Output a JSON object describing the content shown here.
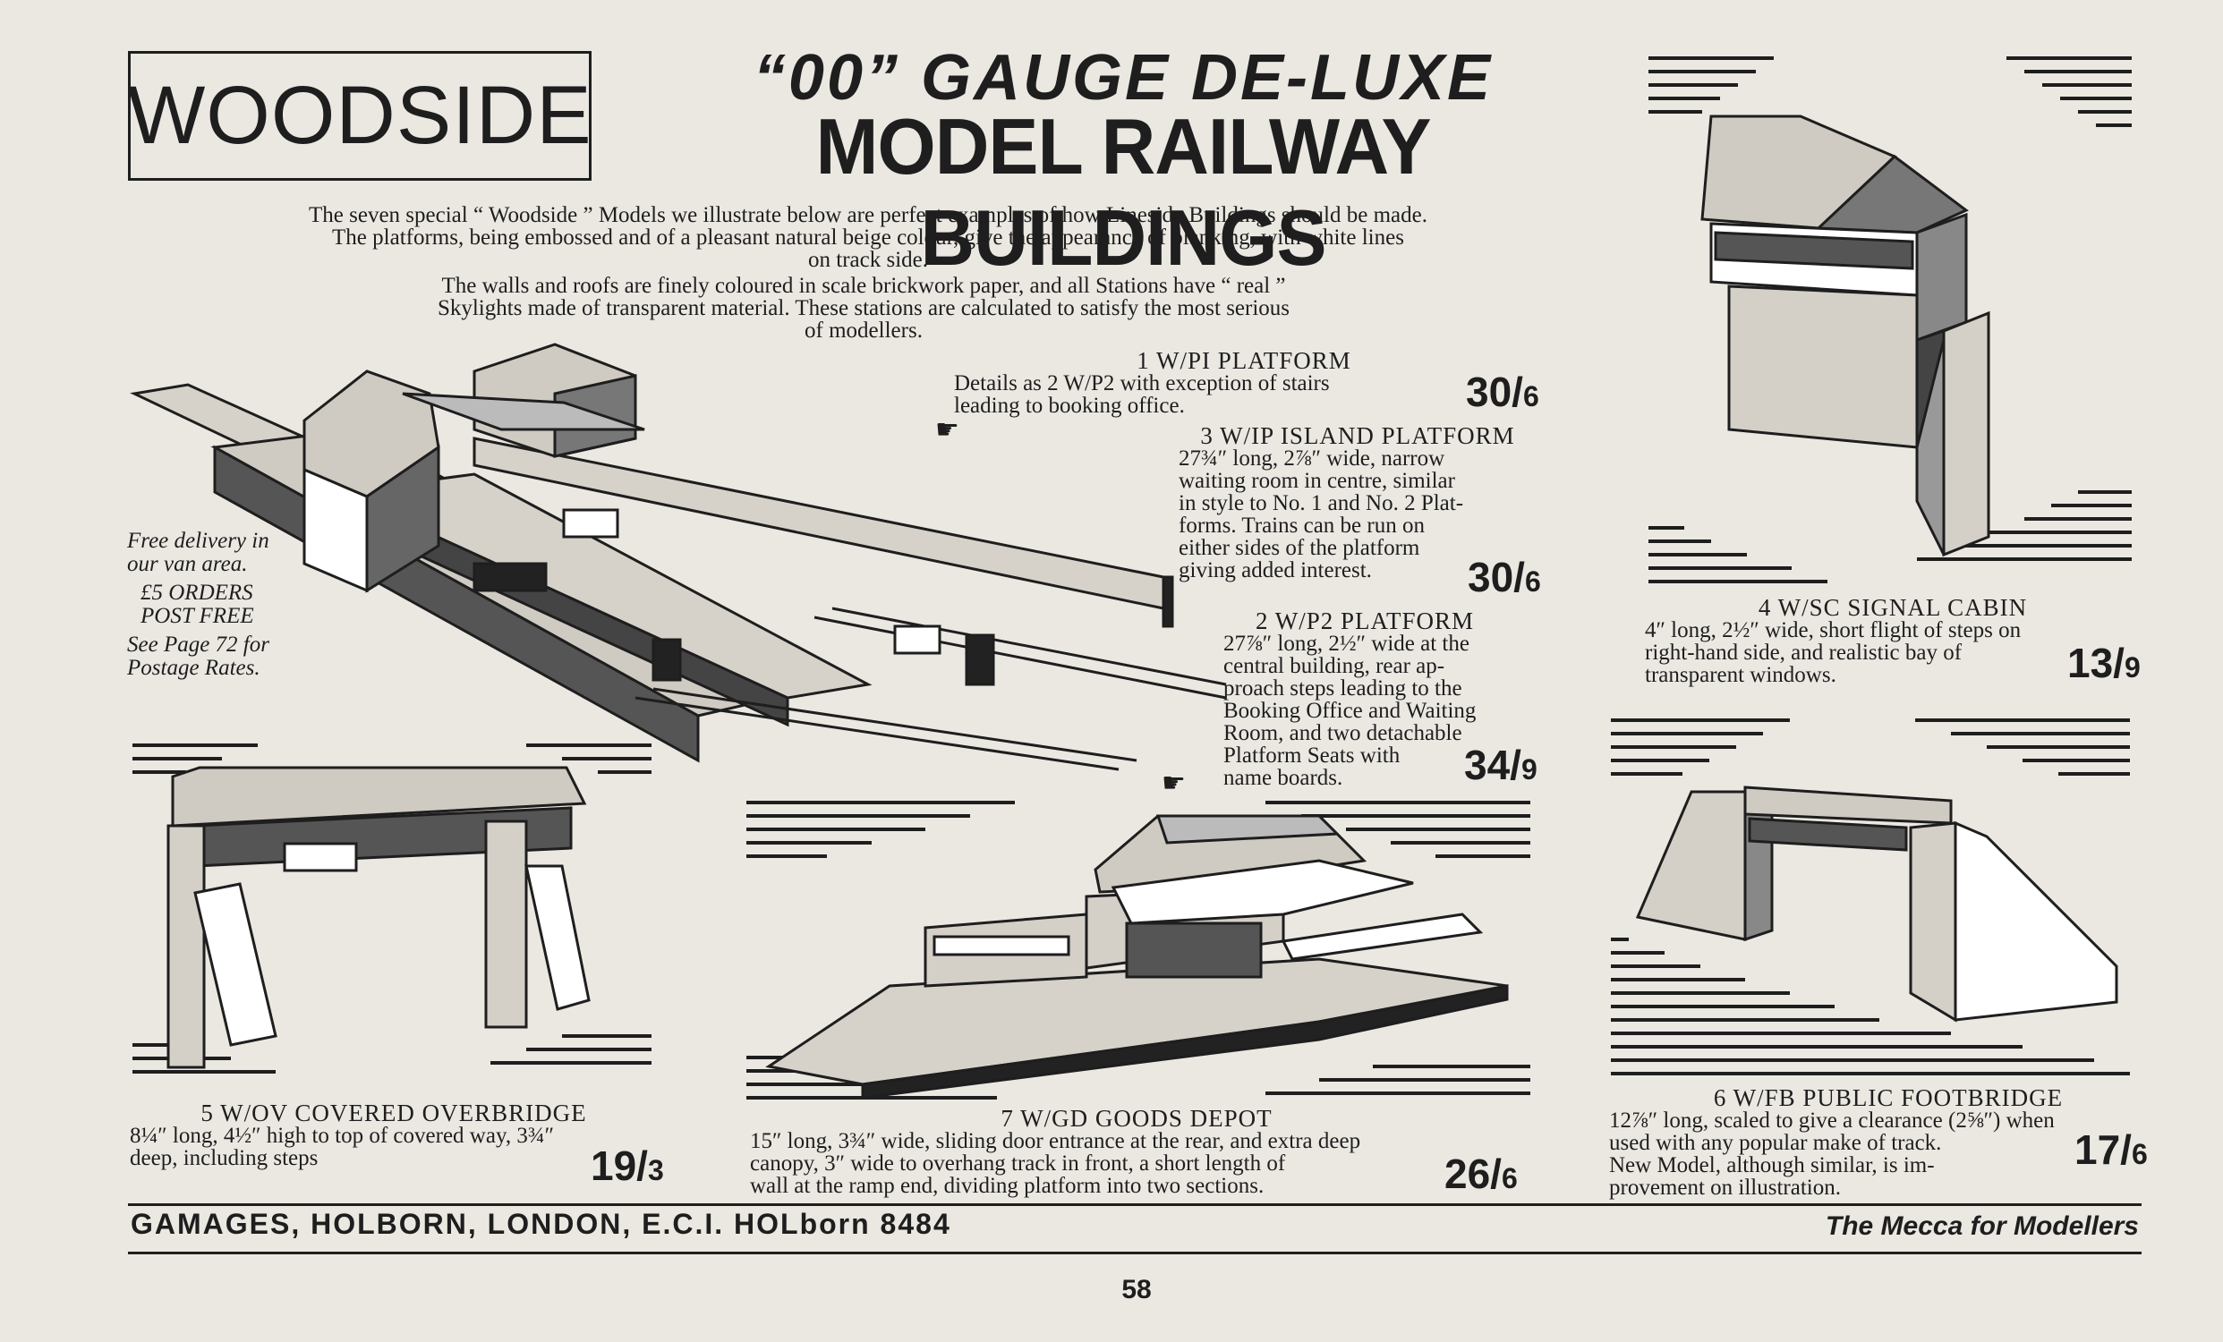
{
  "header": {
    "brand": "WOODSIDE",
    "line1": "“00” GAUGE  DE-LUXE",
    "line2": "MODEL RAILWAY BUILDINGS"
  },
  "intro": {
    "line1": "The seven special “ Woodside ” Models we illustrate below are perfect examples of how Lineside Buildings should be made.",
    "line2": "The platforms, being embossed and of a pleasant natural beige colour, give the appearance of planking, with white lines",
    "line3": "on track side.",
    "line4": "The walls and roofs are finely coloured in scale brickwork paper, and all Stations have “ real ”",
    "line5": "Skylights made of transparent material.  These stations are calculated to satisfy the most serious",
    "line6": "of modellers."
  },
  "side_note": {
    "line1": "Free delivery in",
    "line2": "our van area.",
    "line3": "£5  ORDERS",
    "line4": "POST  FREE",
    "line5": "See Page 72 for",
    "line6": "Postage Rates."
  },
  "products": {
    "wp1": {
      "title": "1 W/PI PLATFORM",
      "line1": "Details as 2 W/P2 with exception of stairs",
      "line2": "leading  to  booking  office.",
      "price_main": "30/",
      "price_sub": "6"
    },
    "wip3": {
      "title": "3 W/IP  ISLAND PLATFORM",
      "line1": "27¾″  long,  2⅞″  wide,  narrow",
      "line2": "waiting room in centre, similar",
      "line3": "in style to No. 1 and No. 2 Plat-",
      "line4": "forms.    Trains can be run on",
      "line5": "either    sides   of   the   platform",
      "line6": "giving   added  interest.",
      "price_main": "30/",
      "price_sub": "6"
    },
    "wp2": {
      "title": "2 W/P2 PLATFORM",
      "line1": "27⅞″ long, 2½″ wide at the",
      "line2": "central  building,  rear  ap-",
      "line3": "proach steps leading to the",
      "line4": "Booking Office and Waiting",
      "line5": "Room, and two detachable",
      "line6": "Platform Seats with",
      "line7": "name boards.",
      "price_main": "34/",
      "price_sub": "9"
    },
    "wsc4": {
      "title": "4 W/SC SIGNAL CABIN",
      "line1": "4″ long, 2½″ wide, short flight of steps on",
      "line2": "right-hand side, and realistic bay of",
      "line3": "transparent windows.",
      "price_main": "13/",
      "price_sub": "9"
    },
    "wov5": {
      "title": "5 W/OV COVERED OVERBRIDGE",
      "line1": "8¼″ long, 4½″ high to top of covered way, 3¾″",
      "line2": "deep,    including    steps",
      "price_main": "19/",
      "price_sub": "3"
    },
    "wfb6": {
      "title": "6 W/FB PUBLIC FOOTBRIDGE",
      "line1": "12⅞″ long, scaled to give a clearance (2⅝″) when",
      "line2": "used with any popular make of track.",
      "line3": "New  Model,  although  similar,  is  im-",
      "line4": "provement on illustration.",
      "price_main": "17/",
      "price_sub": "6"
    },
    "wgd7": {
      "title": "7 W/GD GOODS DEPOT",
      "line1": "15″ long, 3¾″ wide, sliding door entrance at the rear, and extra deep",
      "line2": "canopy, 3″ wide to overhang track in front, a short length of",
      "line3": "wall at the ramp end, dividing platform into two sections.",
      "price_main": "26/",
      "price_sub": "6"
    }
  },
  "footer": {
    "left": "GAMAGES, HOLBORN, LONDON, E.C.I.   HOLborn 8484",
    "right": "The Mecca for Modellers",
    "page": "58"
  },
  "icons": [
    "pointing-hand-icon"
  ],
  "colors": {
    "paper": "#ebe8e2",
    "ink": "#1e1e1e"
  }
}
